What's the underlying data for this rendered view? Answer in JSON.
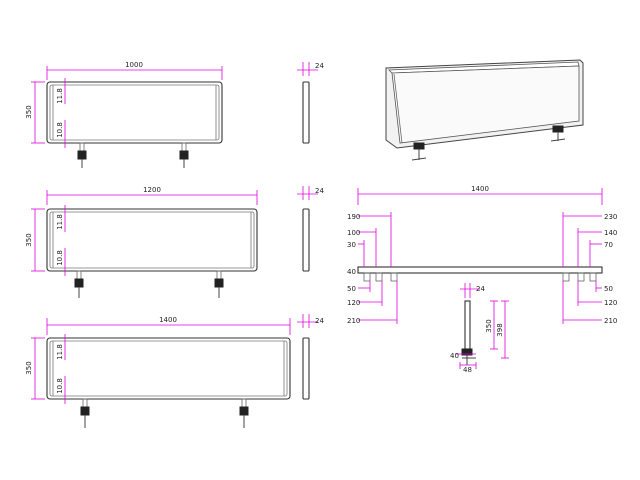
{
  "views": {
    "panel_1000": {
      "width": "1000",
      "height": "350",
      "frame_top": "11.8",
      "frame_bottom": "10.8",
      "thickness": "24"
    },
    "panel_1200": {
      "width": "1200",
      "height": "350",
      "frame_top": "11.8",
      "frame_bottom": "10.8",
      "thickness": "24"
    },
    "panel_1400": {
      "width": "1400",
      "height": "350",
      "frame_top": "11.8",
      "frame_bottom": "10.8",
      "thickness": "24"
    },
    "top_view": {
      "width": "1400",
      "left_dims": [
        "190",
        "100",
        "30",
        "40",
        "50",
        "120",
        "210"
      ],
      "right_dims": [
        "230",
        "140",
        "70",
        "50",
        "120",
        "210"
      ]
    },
    "clamp_section": {
      "top_width": "24",
      "height_a": "350",
      "height_b": "398",
      "foot_a": "40",
      "foot_b": "48"
    }
  }
}
